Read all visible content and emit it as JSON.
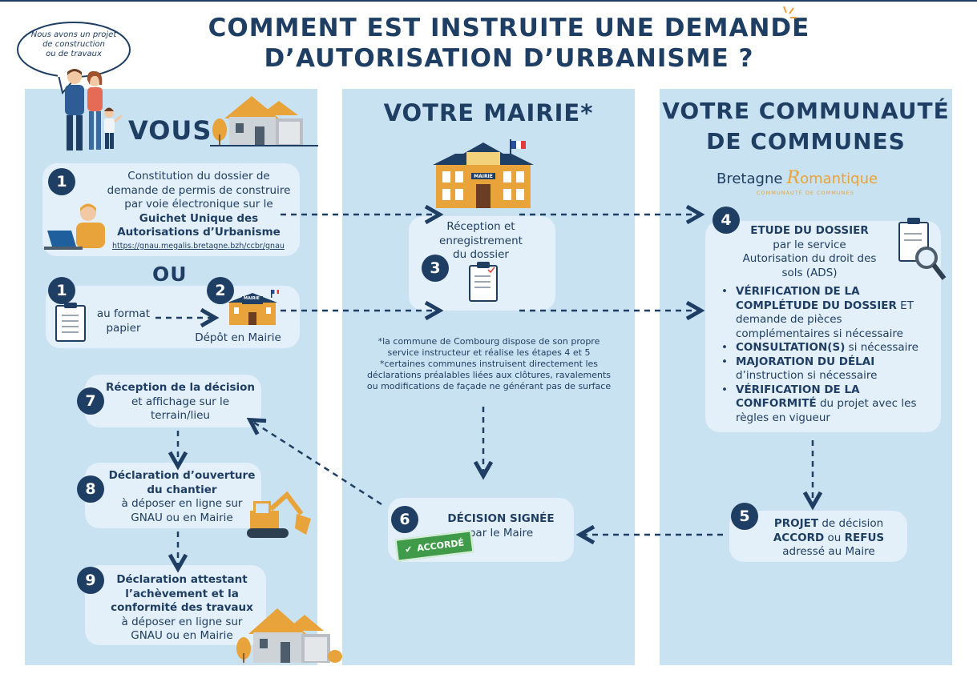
{
  "header": {
    "title_line1": "COMMENT EST INSTRUITE UNE DEMANDE",
    "title_line2": "D’AUTORISATION D’URBANISME ?"
  },
  "speech_bubble": {
    "line1": "Nous avons un projet",
    "line2": "de construction",
    "line3": "ou de travaux"
  },
  "columns": {
    "vous": "VOUS",
    "mairie": "VOTRE MAIRIE*",
    "cc_line1": "VOTRE COMMUNAUTÉ",
    "cc_line2": "DE COMMUNES"
  },
  "logo": {
    "part1": "Bretagne",
    "part2": "omantique",
    "sub": "COMMUNAUTÉ DE COMMUNES"
  },
  "mairie_sign": "MAIRIE",
  "mairie_sign_small": "MAIRIE",
  "steps": {
    "s1": {
      "num": "1",
      "l1": "Constitution du dossier de",
      "l2": "demande de permis de construire",
      "l3": "par voie électronique sur le",
      "l4": "Guichet Unique des",
      "l5": "Autorisations d’Urbanisme",
      "link": "https://gnau.megalis.bretagne.bzh/ccbr/gnau"
    },
    "ou": "OU",
    "s1b": {
      "num": "1",
      "l1": "au format",
      "l2": "papier"
    },
    "s2": {
      "num": "2",
      "label": "Dépôt en Mairie"
    },
    "s3": {
      "num": "3",
      "l1": "Réception et",
      "l2": "enregistrement",
      "l3": "du dossier"
    },
    "s4": {
      "num": "4",
      "head": "ETUDE DU DOSSIER",
      "l2": "par le service",
      "l3": "Autorisation du droit des",
      "l4": "sols (ADS)",
      "bullets": [
        {
          "bold": "VÉRIFICATION DE LA COMPLÉTUDE DU DOSSIER",
          "rest": " ET demande de pièces complémentaires si nécessaire"
        },
        {
          "bold": "CONSULTATION(S)",
          "rest": " si nécessaire"
        },
        {
          "bold": "MAJORATION DU DÉLAI",
          "rest": " d’instruction si nécessaire"
        },
        {
          "bold": "VÉRIFICATION DE LA CONFORMITÉ",
          "rest": " du projet avec les règles en vigueur"
        }
      ]
    },
    "s5": {
      "num": "5",
      "b1": "PROJET",
      "r1": " de décision",
      "b2": "ACCORD",
      "mid": " ou ",
      "b3": "REFUS",
      "l3": "adressé au Maire"
    },
    "s6": {
      "num": "6",
      "head": "DÉCISION SIGNÉE",
      "l2": "par le Maire",
      "stamp": "ACCORDÉ"
    },
    "s7": {
      "num": "7",
      "head": "Réception de la décision",
      "l2": "et affichage sur le",
      "l3": "terrain/lieu"
    },
    "s8": {
      "num": "8",
      "h1": "Déclaration d’ouverture",
      "h2": "du chantier",
      "l3": "à déposer en ligne sur",
      "l4": "GNAU ou en Mairie"
    },
    "s9": {
      "num": "9",
      "h1": "Déclaration attestant",
      "h2": "l’achèvement et la",
      "h3": "conformité des travaux",
      "l4": "à déposer en ligne sur",
      "l5": "GNAU ou en Mairie"
    }
  },
  "footnote": {
    "l1": "*la commune de Combourg dispose de son propre",
    "l2": "service instructeur et réalise les étapes 4 et 5",
    "l3": "*certaines communes instruisent directement les",
    "l4": "déclarations préalables liées aux clôtures, ravalements",
    "l5": "ou modifications de façade ne générant pas de surface"
  },
  "colors": {
    "navy": "#1f3e63",
    "column": "#c9e2f2",
    "card": "#e3f0f9",
    "accent": "#e8a33a",
    "stamp": "#3f9a4a"
  }
}
